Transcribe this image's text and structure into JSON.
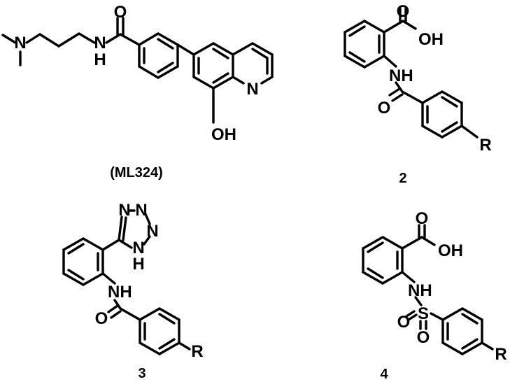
{
  "compounds": [
    {
      "label": "(ML324)",
      "atoms": {
        "N_amine": "N",
        "NH_amide": "N",
        "H_amide": "H",
        "O_carbonyl": "O",
        "N_quinoline": "N",
        "OH": "OH"
      }
    },
    {
      "label": "2",
      "atoms": {
        "O_carbonyl_acid": "O",
        "OH_acid": "OH",
        "NH": "NH",
        "O_amide": "O",
        "R": "R"
      }
    },
    {
      "label": "3",
      "atoms": {
        "N1": "N",
        "N2": "N",
        "N3": "N",
        "N4": "N",
        "H_tetrazole": "H",
        "NH": "NH",
        "O_amide": "O",
        "R": "R"
      }
    },
    {
      "label": "4",
      "atoms": {
        "O_carbonyl_acid": "O",
        "OH_acid": "OH",
        "NH": "NH",
        "S": "S",
        "O_sulfonyl_left": "O",
        "O_sulfonyl_bottom": "O",
        "R": "R"
      }
    }
  ]
}
